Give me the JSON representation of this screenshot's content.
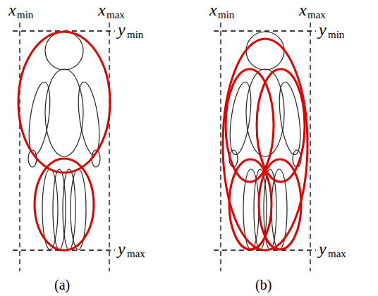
{
  "diagram": {
    "labels": [
      "x",
      "min",
      "x",
      "max",
      "y",
      "min",
      "y",
      "max",
      "(a)",
      "x",
      "min",
      "x",
      "max",
      "y",
      "min",
      "y",
      "max",
      "(b)"
    ]
  }
}
